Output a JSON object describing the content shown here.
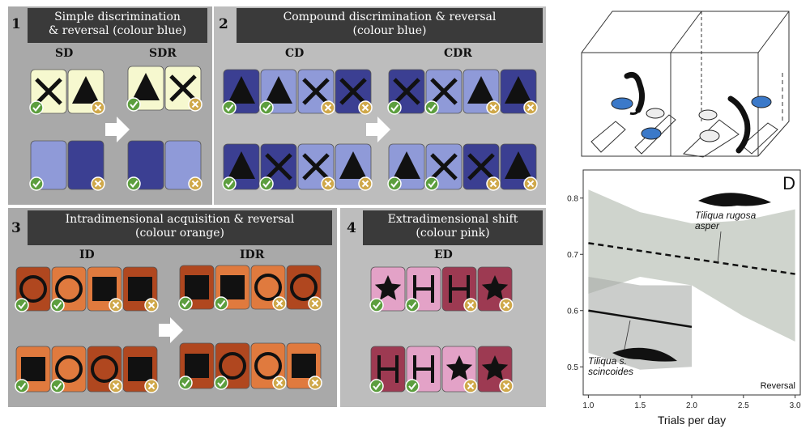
{
  "panels": [
    {
      "number": "1",
      "title_line1": "Simple discrimination",
      "title_line2": "& reversal (colour blue)",
      "labels": [
        "SD",
        "SDR"
      ]
    },
    {
      "number": "2",
      "title_line1": "Compound discrimination & reversal",
      "title_line2": "(colour blue)",
      "labels": [
        "CD",
        "CDR"
      ]
    },
    {
      "number": "3",
      "title_line1": "Intradimensional acquisition & reversal",
      "title_line2": "(colour orange)",
      "labels": [
        "ID",
        "IDR"
      ]
    },
    {
      "number": "4",
      "title_line1": "Extradimensional shift",
      "title_line2": "(colour pink)",
      "labels": [
        "ED"
      ]
    }
  ],
  "colors": {
    "pale_yellow": "#f6f8cf",
    "light_blue": "#8f9ad8",
    "dark_blue": "#3b3f92",
    "light_orange": "#e07a3e",
    "dark_orange": "#b0471f",
    "light_pink": "#e3a2c7",
    "dark_pink": "#9d3a52",
    "correct_badge": "#5c9e3e",
    "wrong_badge": "#cfa84a"
  },
  "icons": [
    "cross-shape",
    "triangle-shape",
    "circle-shape",
    "square-shape",
    "star-shape",
    "letter-h-shape",
    "check-badge-icon",
    "x-badge-icon",
    "arrow-icon",
    "lizard-icon"
  ],
  "chart_data": {
    "type": "line",
    "panel_letter": "D",
    "panel_label": "Reversal",
    "xlabel": "Trials per day",
    "ylabel": "",
    "xlim": [
      0.95,
      3.05
    ],
    "ylim": [
      0.45,
      0.85
    ],
    "x_ticks": [
      "1.0",
      "1.5",
      "2.0",
      "2.5",
      "3.0"
    ],
    "y_ticks": [
      "0.5",
      "0.6",
      "0.7",
      "0.8"
    ],
    "series": [
      {
        "name": "Tiliqua rugosa asper",
        "style": "dashed",
        "x": [
          1.0,
          3.0
        ],
        "y": [
          0.72,
          0.665
        ],
        "ci_x": [
          1.0,
          1.5,
          2.0,
          2.5,
          3.0
        ],
        "ci_low": [
          0.63,
          0.66,
          0.645,
          0.59,
          0.545
        ],
        "ci_high": [
          0.815,
          0.775,
          0.755,
          0.76,
          0.78
        ]
      },
      {
        "name": "Tiliqua s. scincoides",
        "style": "solid",
        "x": [
          1.0,
          2.0
        ],
        "y": [
          0.6,
          0.571
        ],
        "ci_x": [
          1.0,
          1.5,
          2.0
        ],
        "ci_low": [
          0.525,
          0.495,
          0.5
        ],
        "ci_high": [
          0.66,
          0.645,
          0.645
        ]
      }
    ]
  }
}
